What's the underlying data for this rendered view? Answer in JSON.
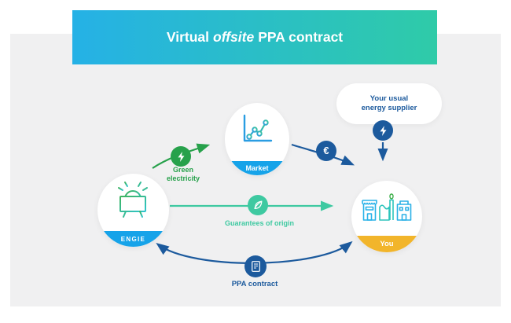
{
  "banner": {
    "title_pre": "Virtual",
    "title_italic": "offsite",
    "title_post": "PPA contract"
  },
  "nodes": {
    "producer": {
      "label": "ENGIE",
      "icon": "solar-panel-icon"
    },
    "market": {
      "label": "Market",
      "icon": "market-chart-icon"
    },
    "consumer": {
      "label": "You",
      "icon": "buildings-icon"
    }
  },
  "cloud": {
    "line1": "Your usual",
    "line2": "energy supplier"
  },
  "flows": {
    "green_electricity": {
      "label": "Green electricity",
      "icon": "lightning-icon",
      "color": "#27a14b"
    },
    "guarantees_of_origin": {
      "label": "Guarantees of origin",
      "icon": "leaf-icon",
      "color": "#3ec9a1"
    },
    "money": {
      "symbol": "€",
      "icon": "euro-icon",
      "color": "#1c5a9d"
    },
    "supplier_power": {
      "icon": "lightning-icon",
      "color": "#1c5a9d"
    },
    "ppa": {
      "label": "PPA contract",
      "icon": "contract-icon",
      "color": "#1c5a9d"
    }
  },
  "colors": {
    "banner_gradient_start": "#25b1e6",
    "banner_gradient_end": "#2fcba8",
    "panel_background": "#f0f0f1",
    "node_band_blue": "#16a3e9",
    "node_band_yellow": "#f2b52b",
    "dark_blue": "#1c5a9d",
    "green": "#27a14b",
    "teal": "#3ec9a1"
  }
}
